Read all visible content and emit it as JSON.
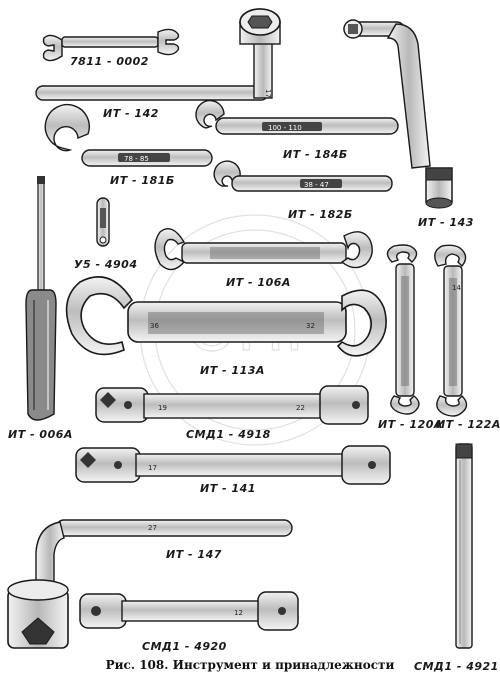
{
  "colors": {
    "ink": "#1a1a1a",
    "tool_fill": "#d9d9d9",
    "tool_dark": "#6a6a6a",
    "background": "#ffffff"
  },
  "tools": [
    {
      "label": "7811 - 0002",
      "icon": "open-end-wrench-icon"
    },
    {
      "label": "ИТ - 142",
      "icon": "l-socket-wrench-icon"
    },
    {
      "label": "ИТ - 143",
      "icon": "l-socket-wrench-icon"
    },
    {
      "label": "ИТ - 184Б",
      "icon": "hook-spanner-icon"
    },
    {
      "label": "ИТ - 181Б",
      "icon": "hook-spanner-icon"
    },
    {
      "label": "ИТ - 182Б",
      "icon": "hook-spanner-icon"
    },
    {
      "label": "У5 - 4904",
      "icon": "pin-tool-icon"
    },
    {
      "label": "ИТ - 106А",
      "icon": "double-open-wrench-icon"
    },
    {
      "label": "ИТ - 113А",
      "icon": "double-open-wrench-icon"
    },
    {
      "label": "ИТ - 006А",
      "icon": "screwdriver-icon"
    },
    {
      "label": "ИТ - 120А",
      "icon": "double-open-wrench-icon"
    },
    {
      "label": "ИТ - 122А",
      "icon": "double-open-wrench-icon"
    },
    {
      "label": "СМД1 - 4918",
      "icon": "tube-socket-wrench-icon"
    },
    {
      "label": "ИТ - 141",
      "icon": "tube-socket-wrench-icon"
    },
    {
      "label": "ИТ - 147",
      "icon": "l-socket-wrench-icon"
    },
    {
      "label": "СМД1 - 4920",
      "icon": "tube-socket-wrench-icon"
    },
    {
      "label": "СМД1 - 4921",
      "icon": "bar-icon"
    }
  ],
  "markings": {
    "it142": "17",
    "it184b": "100 - 110",
    "it181b": "78 - 85",
    "it182b": "38 - 47",
    "it113a_left": "36",
    "it113a_right": "32",
    "smd4918_left": "19",
    "smd4918_right": "22",
    "it141": "17",
    "it147": "27",
    "smd4920": "12",
    "it122a": "14"
  },
  "caption": "Рис. 108. Инструмент и принадлежности",
  "watermark": "ОПР"
}
